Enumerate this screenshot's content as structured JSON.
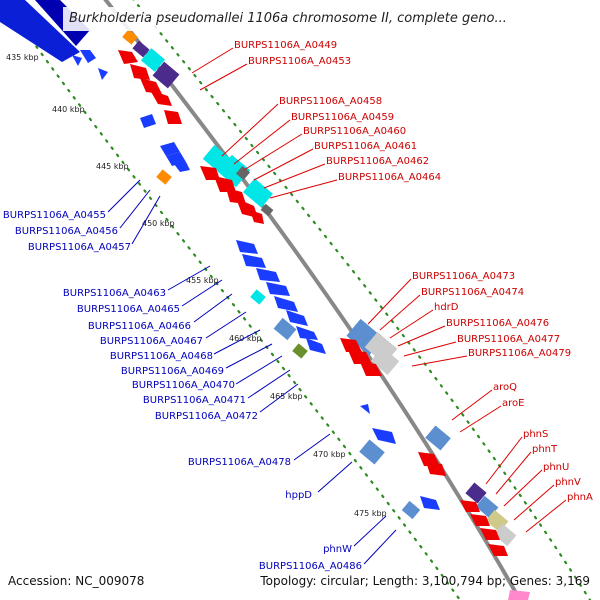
{
  "title": "Burkholderia pseudomallei 1106a chromosome II, complete geno...",
  "accession": "Accession: NC_009078",
  "stats": "Topology: circular; Length: 3,100,794 bp; Genes: 3,169",
  "colors": {
    "plus_label": "#cc0000",
    "minus_label": "#0000bb",
    "backbone": "#888888",
    "tick_dots": "#2e8b22"
  },
  "ticks": [
    "435 kbp",
    "440 kbp",
    "445 kbp",
    "450 kbp",
    "455 kbp",
    "460 kbp",
    "465 kbp",
    "470 kbp",
    "475 kbp"
  ],
  "plus_labels": [
    "BURPS1106A_A0449",
    "BURPS1106A_A0453",
    "BURPS1106A_A0458",
    "BURPS1106A_A0459",
    "BURPS1106A_A0460",
    "BURPS1106A_A0461",
    "BURPS1106A_A0462",
    "BURPS1106A_A0464",
    "BURPS1106A_A0473",
    "BURPS1106A_A0474",
    "hdrD",
    "BURPS1106A_A0476",
    "BURPS1106A_A0477",
    "BURPS1106A_A0479",
    "aroQ",
    "aroE",
    "phnS",
    "phnT",
    "phnU",
    "phnV",
    "phnA"
  ],
  "minus_labels": [
    "BURPS1106A_A0455",
    "BURPS1106A_A0456",
    "BURPS1106A_A0457",
    "BURPS1106A_A0463",
    "BURPS1106A_A0465",
    "BURPS1106A_A0466",
    "BURPS1106A_A0467",
    "BURPS1106A_A0468",
    "BURPS1106A_A0469",
    "BURPS1106A_A0470",
    "BURPS1106A_A0471",
    "BURPS1106A_A0472",
    "BURPS1106A_A0478",
    "hppD",
    "phnW",
    "BURPS1106A_A0486"
  ]
}
